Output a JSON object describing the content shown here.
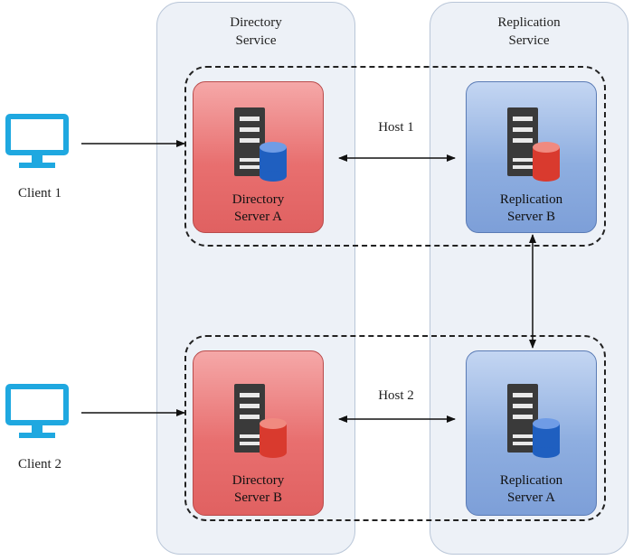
{
  "lanes": {
    "directory": "Directory\nService",
    "directory_lines": [
      "Directory",
      "Service"
    ],
    "replication_lines": [
      "Replication",
      "Service"
    ]
  },
  "hosts": {
    "host1": "Host 1",
    "host2": "Host 2"
  },
  "clients": {
    "client1": "Client 1",
    "client2": "Client 2"
  },
  "servers": {
    "dir_a": [
      "Directory",
      "Server A"
    ],
    "rep_b": [
      "Replication",
      "Server B"
    ],
    "dir_b": [
      "Directory",
      "Server B"
    ],
    "rep_a": [
      "Replication",
      "Server A"
    ]
  },
  "colors": {
    "directory_server": "#e86f6f",
    "replication_server": "#8eaee0",
    "client_icon": "#1fa8e0",
    "database_blue": "#1f5fc0",
    "database_red": "#d93a2e",
    "server_tower": "#3a3a3a"
  },
  "icons": {
    "client": "monitor-icon",
    "server": "server-database-icon"
  }
}
